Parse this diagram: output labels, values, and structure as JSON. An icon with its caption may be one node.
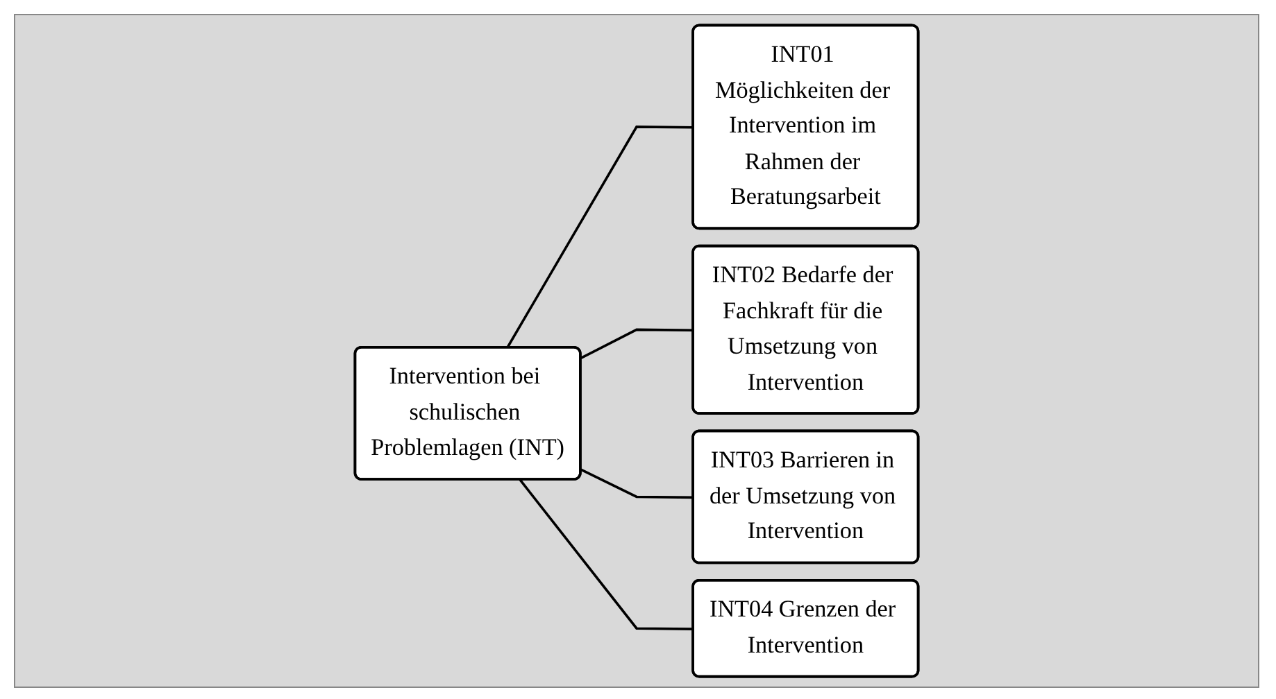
{
  "diagram": {
    "nodes": [
      {
        "text": [
          "Intervention bei schulischen Problemlagen (INT)"
        ]
      },
      {
        "text": [
          "INT01 Möglichkeiten der Intervention im Rahmen der Beratungsarbeit"
        ]
      },
      {
        "text": [
          "INT02 Bedarfe der Fachkraft für die Umsetzung von Intervention"
        ]
      },
      {
        "text": [
          "INT03 Barrieren in der Umsetzung von Intervention"
        ]
      },
      {
        "text": [
          "INT04 Grenzen der Intervention"
        ]
      }
    ],
    "edges": [
      {
        "from": 0,
        "to": 1,
        "arrow": "none"
      },
      {
        "from": 0,
        "to": 2,
        "arrow": "none"
      },
      {
        "from": 0,
        "to": 3,
        "arrow": "none"
      },
      {
        "from": 0,
        "to": 4,
        "arrow": "none"
      }
    ]
  }
}
